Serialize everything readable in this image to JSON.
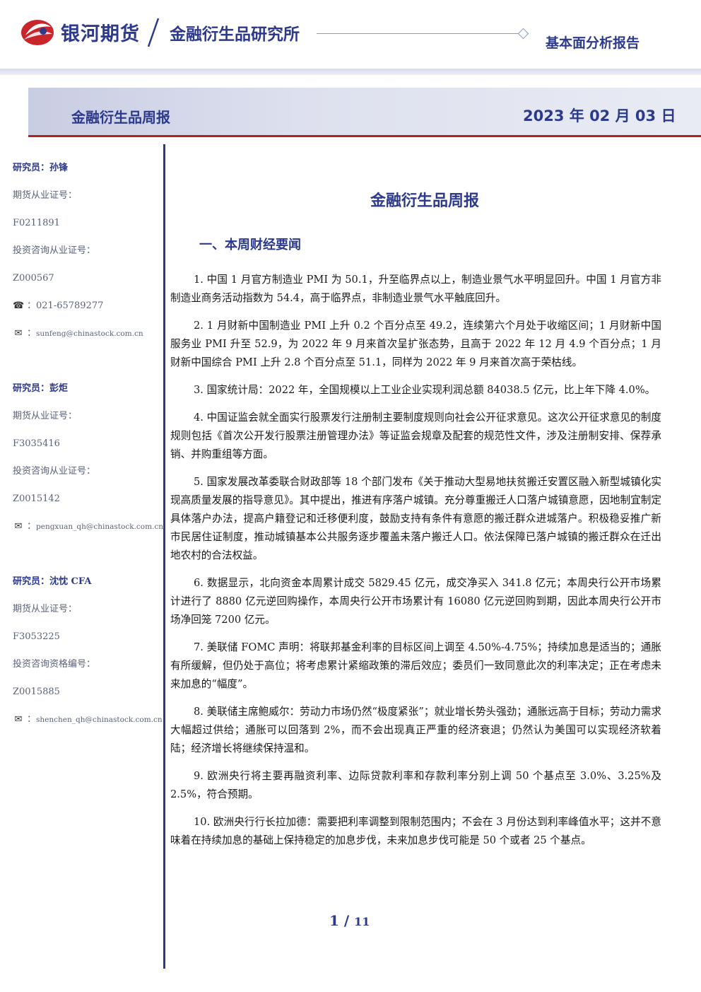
{
  "header": {
    "brand": "银河期货",
    "institute": "金融衍生品研究所",
    "report_type": "基本面分析报告",
    "colors": {
      "accent": "#2d3a8c",
      "logo_red": "#c8262b",
      "rule_red": "#b3211f"
    }
  },
  "banner": {
    "title": "金融衍生品周报",
    "date": "2023 年 02 月 03 日"
  },
  "sidebar": {
    "analysts": [
      {
        "name_line": "研究员：孙锋",
        "license_label": "期货从业证号：",
        "license": "F0211891",
        "consult_label": "投资咨询从业证号：",
        "consult": "Z000567",
        "phone_sep": "：",
        "phone": "021-65789277",
        "email_sep": "：",
        "email": "sunfeng@chinastock.com.cn"
      },
      {
        "name_line": "研究员：彭炬",
        "license_label": "期货从业证号：",
        "license": "F3035416",
        "consult_label": "投资咨询从业证号：",
        "consult": "Z0015142",
        "email_sep": "：",
        "email": "pengxuan_qh@chinastock.com.cn"
      },
      {
        "name_line": "研究员：沈忱  CFA",
        "license_label": "期货从业证号：",
        "license": "F3053225",
        "consult_label": "投资咨询资格编号：",
        "consult": "Z0015885",
        "email_sep": "：",
        "email": "shenchen_qh@chinastock.com.cn"
      }
    ]
  },
  "main": {
    "title": "金融衍生品周报",
    "section_title": "一、本周财经要闻",
    "items": [
      "1. 中国 1 月官方制造业 PMI 为 50.1，升至临界点以上，制造业景气水平明显回升。中国 1 月官方非制造业商务活动指数为 54.4，高于临界点，非制造业景气水平触底回升。",
      "2. 1 月财新中国制造业 PMI 上升 0.2 个百分点至 49.2，连续第六个月处于收缩区间；1 月财新中国服务业 PMI 升至 52.9，为 2022 年 9 月来首次呈扩张态势，且高于 2022 年 12 月 4.9 个百分点；1 月财新中国综合 PMI 上升 2.8 个百分点至 51.1，同样为 2022 年 9 月来首次高于荣枯线。",
      "3. 国家统计局：2022 年，全国规模以上工业企业实现利润总额 84038.5 亿元，比上年下降 4.0%。",
      "4. 中国证监会就全面实行股票发行注册制主要制度规则向社会公开征求意见。这次公开征求意见的制度规则包括《首次公开发行股票注册管理办法》等证监会规章及配套的规范性文件，涉及注册制安排、保荐承销、并购重组等方面。",
      "5. 国家发展改革委联合财政部等 18 个部门发布《关于推动大型易地扶贫搬迁安置区融入新型城镇化实现高质量发展的指导意见》。其中提出，推进有序落户城镇。充分尊重搬迁人口落户城镇意愿，因地制宜制定具体落户办法，提高户籍登记和迁移便利度，鼓励支持有条件有意愿的搬迁群众进城落户。积极稳妥推广新市民居住证制度，推动城镇基本公共服务逐步覆盖未落户搬迁人口。依法保障已落户城镇的搬迁群众在迁出地农村的合法权益。",
      "6. 数据显示，北向资金本周累计成交 5829.45 亿元，成交净买入 341.8 亿元；本周央行公开市场累计进行了 8880 亿元逆回购操作，本周央行公开市场累计有 16080 亿元逆回购到期，因此本周央行公开市场净回笼 7200 亿元。",
      "7. 美联储 FOMC 声明：将联邦基金利率的目标区间上调至 4.50%-4.75%；持续加息是适当的；通胀有所缓解，但仍处于高位；将考虑累计紧缩政策的滞后效应；委员们一致同意此次的利率决定；正在考虑未来加息的“幅度”。",
      "8. 美联储主席鲍威尔：劳动力市场仍然“极度紧张”；就业增长势头强劲；通胀远高于目标；劳动力需求大幅超过供给；通胀可以回落到 2%，而不会出现真正严重的经济衰退；仍然认为美国可以实现经济软着陆；经济增长将继续保持温和。",
      "9. 欧洲央行将主要再融资利率、边际贷款利率和存款利率分别上调 50 个基点至 3.0%、3.25%及 2.5%，符合预期。",
      "10. 欧洲央行行长拉加德：需要把利率调整到限制范围内；不会在 3 月份达到利率峰值水平；这并不意味着在持续加息的基础上保持稳定的加息步伐，未来加息步伐可能是 50 个或者 25 个基点。"
    ]
  },
  "footer": {
    "page": "1",
    "sep": "/",
    "total": "11"
  }
}
